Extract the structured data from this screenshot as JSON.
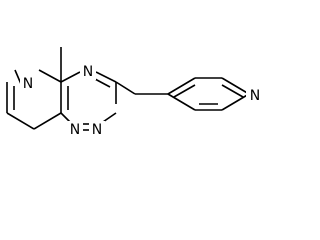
{
  "molecule": {
    "atom_symbols": {
      "n_pyridine_left": "N",
      "n_ring_top": "N",
      "n_ring_bottom_left": "N",
      "n_ring_bottom_right": "N",
      "n_pyridyl": "N"
    },
    "line_color": "#000000",
    "background_color": "#ffffff"
  }
}
